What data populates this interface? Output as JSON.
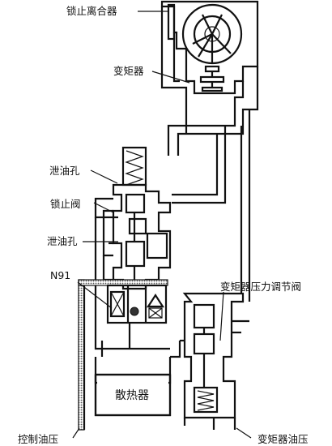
{
  "labels": {
    "lockup_clutch": "锁止离合器",
    "torque_converter": "变矩器",
    "drain_hole_upper": "泄油孔",
    "lockup_valve": "锁止阀",
    "drain_hole_lower": "泄油孔",
    "n91": "N91",
    "tc_pressure_regulator": "变矩器压力调节阀",
    "radiator": "散热器",
    "control_pressure": "控制油压",
    "tc_pressure": "变矩器油压"
  },
  "colors": {
    "line": "#111111",
    "hatch": "#777777",
    "background": "#ffffff"
  }
}
